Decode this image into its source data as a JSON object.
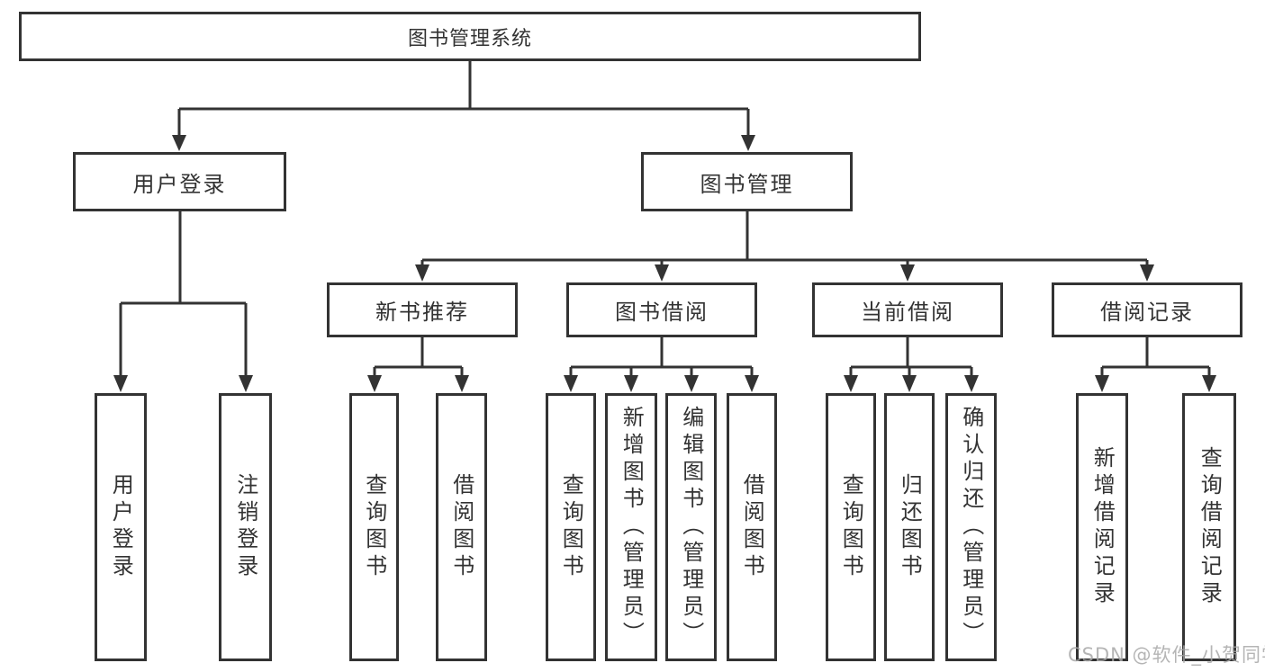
{
  "diagram": {
    "root": {
      "label": "图书管理系统"
    },
    "level2": {
      "user_login": {
        "label": "用户登录"
      },
      "book_mgmt": {
        "label": "图书管理"
      }
    },
    "level3": {
      "new_books": {
        "label": "新书推荐"
      },
      "book_borrow": {
        "label": "图书借阅"
      },
      "current_borrow": {
        "label": "当前借阅"
      },
      "borrow_records": {
        "label": "借阅记录"
      }
    },
    "leaves": {
      "user_login_leaf": {
        "label": "用户登录"
      },
      "logout": {
        "label": "注销登录"
      },
      "nb_query": {
        "label": "查询图书"
      },
      "nb_borrow": {
        "label": "借阅图书"
      },
      "bb_query": {
        "label": "查询图书"
      },
      "bb_add": {
        "label": "新增图书（管理员）"
      },
      "bb_edit": {
        "label": "编辑图书（管理员）"
      },
      "bb_borrow": {
        "label": "借阅图书"
      },
      "cb_query": {
        "label": "查询图书"
      },
      "cb_return": {
        "label": "归还图书"
      },
      "cb_confirm": {
        "label": "确认归还（管理员）"
      },
      "br_add": {
        "label": "新增借阅记录"
      },
      "br_query": {
        "label": "查询借阅记录"
      }
    }
  },
  "watermark": {
    "text": "CSDN @软件_小贺同学"
  },
  "colors": {
    "line": "#333333",
    "box_border": "#333333",
    "text": "#333333",
    "watermark": "#a8a8a8",
    "background": "#ffffff"
  }
}
